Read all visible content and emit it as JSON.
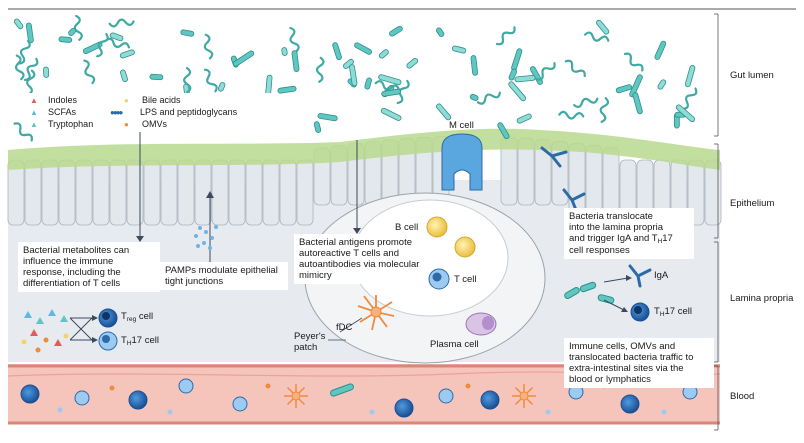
{
  "layers": {
    "gut_lumen": "Gut lumen",
    "epithelium": "Epithelium",
    "lamina_propria": "Lamina propria",
    "blood": "Blood"
  },
  "legend": {
    "indoles": "Indoles",
    "scfas": "SCFAs",
    "tryptophan": "Tryptophan",
    "bile_acids": "Bile acids",
    "lps": "LPS and peptidoglycans",
    "omvs": "OMVs"
  },
  "boxes": {
    "metabolites": "Bacterial metabolites can influence the immune response, including the differentiation of T cells",
    "pamps": "PAMPs modulate epithelial tight junctions",
    "antigens": "Bacterial antigens promote autoreactive T cells and autoantibodies via molecular mimicry",
    "translocate_line1": "Bacteria translocate",
    "translocate_line2": "into the lamina propria",
    "translocate_line3_a": "and trigger IgA and T",
    "translocate_sub": "H",
    "translocate_line3_b": "17",
    "translocate_line4": "cell responses",
    "traffic": "Immune cells, OMVs and translocated bacteria traffic to extra-intestinal sites via the blood or lymphatics"
  },
  "cells": {
    "m_cell": "M cell",
    "b_cell": "B cell",
    "t_cell": "T cell",
    "fdc": "fDC",
    "peyers_patch": "Peyer's patch",
    "plasma_cell": "Plasma cell",
    "treg_prefix": "T",
    "treg_sub": "reg",
    "treg_suffix": " cell",
    "th17_prefix": "T",
    "th17_sub": "H",
    "th17_suffix": "17 cell",
    "iga": "IgA",
    "th17b_prefix": "T",
    "th17b_sub": "H",
    "th17b_suffix": "17 cell"
  },
  "colors": {
    "bacteria": "#5fc7c2",
    "bacteria_dark": "#2e8f8a",
    "mucus": "#b7d98b",
    "epithelium": "#dfe5ea",
    "lamina": "#e6e9ee",
    "blood": "#f6c9c0",
    "blood_dark": "#e8877a",
    "cell_blue": "#1f5fa8",
    "yellow": "#f3d36b",
    "orange": "#f08a3c"
  }
}
